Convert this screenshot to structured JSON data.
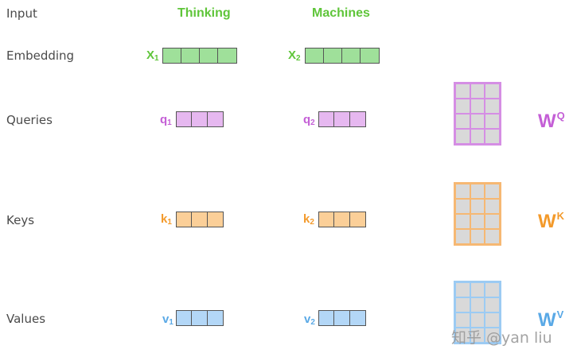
{
  "rows": {
    "input": "Input",
    "embedding": "Embedding",
    "queries": "Queries",
    "keys": "Keys",
    "values": "Values"
  },
  "words": [
    "Thinking",
    "Machines"
  ],
  "vectors": {
    "x1": {
      "base": "X",
      "sub": "1"
    },
    "x2": {
      "base": "X",
      "sub": "2"
    },
    "q1": {
      "base": "q",
      "sub": "1"
    },
    "q2": {
      "base": "q",
      "sub": "2"
    },
    "k1": {
      "base": "k",
      "sub": "1"
    },
    "k2": {
      "base": "k",
      "sub": "2"
    },
    "v1": {
      "base": "v",
      "sub": "1"
    },
    "v2": {
      "base": "v",
      "sub": "2"
    }
  },
  "weights": {
    "wq": {
      "base": "W",
      "sup": "Q"
    },
    "wk": {
      "base": "W",
      "sup": "K"
    },
    "wv": {
      "base": "W",
      "sup": "V"
    }
  },
  "watermark": "知乎 @yan liu",
  "colors": {
    "embedding_fill": "#9fe09a",
    "embedding_text": "#5fc53a",
    "query_fill": "#e6b8f0",
    "query_text": "#c45fd6",
    "key_fill": "#fbcf98",
    "key_text": "#f39a2b",
    "value_fill": "#b3d7f7",
    "value_text": "#5aa9e6"
  }
}
